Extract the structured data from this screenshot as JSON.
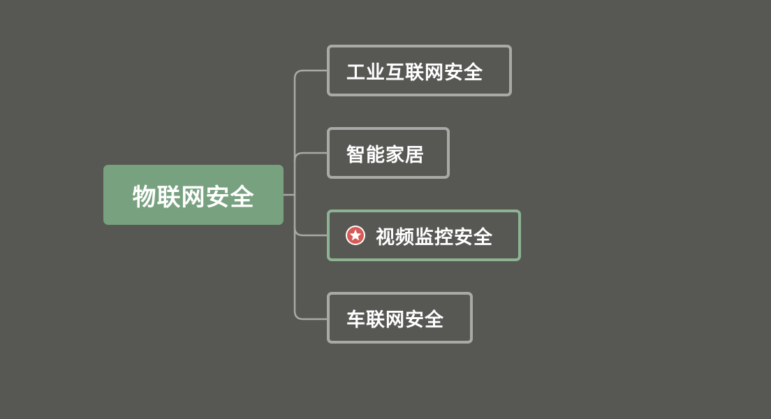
{
  "root": {
    "label": "物联网安全",
    "color": "#77a17f"
  },
  "children": [
    {
      "label": "工业互联网安全",
      "icon": null
    },
    {
      "label": "智能家居",
      "icon": null
    },
    {
      "label": "视频监控安全",
      "icon": "star-icon",
      "highlighted": true
    },
    {
      "label": "车联网安全",
      "icon": null
    }
  ],
  "colors": {
    "background": "#575854",
    "connector": "#a9aaa7",
    "node_border": "#a9aaa7",
    "highlight_border": "#8db393",
    "star_badge": "#d65a55"
  }
}
